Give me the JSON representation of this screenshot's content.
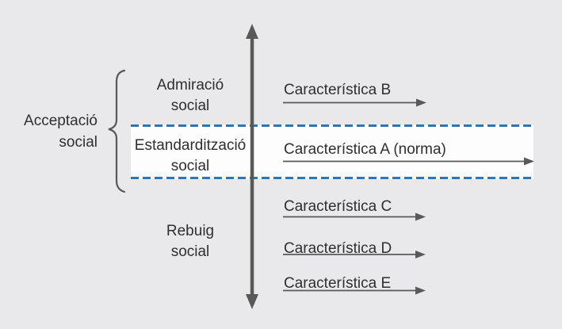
{
  "colors": {
    "background": "#e9e9eb",
    "band_fill": "#fdfdfd",
    "band_dash_blue": "#2e75b6",
    "line_gray": "#595959",
    "text": "#2f2f2f"
  },
  "acceptance_group": {
    "label_line1": "Acceptació",
    "label_line2": "social"
  },
  "levels": [
    {
      "id": "admiracio",
      "line1": "Admiració",
      "line2": "social"
    },
    {
      "id": "estandarditzacio",
      "line1": "Estandardització",
      "line2": "social"
    },
    {
      "id": "rebuig",
      "line1": "Rebuig",
      "line2": "social"
    }
  ],
  "characteristics": [
    {
      "id": "b",
      "label": "Característica B"
    },
    {
      "id": "a",
      "label": "Característica A (norma)"
    },
    {
      "id": "c",
      "label": "Característica C"
    },
    {
      "id": "d",
      "label": "Característica D"
    },
    {
      "id": "e",
      "label": "Característica E"
    }
  ]
}
